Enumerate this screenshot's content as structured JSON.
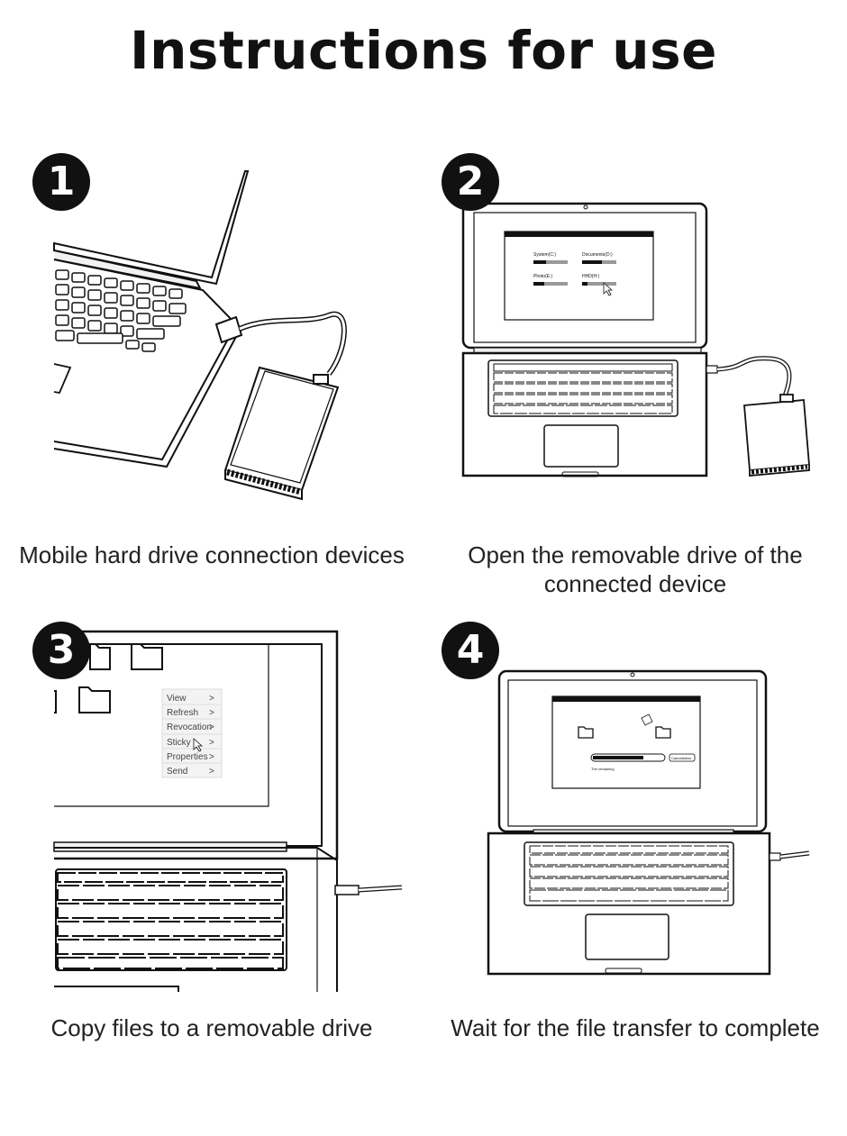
{
  "title": "Instructions for use",
  "steps": [
    {
      "number": "1",
      "caption": "Mobile hard drive connection devices"
    },
    {
      "number": "2",
      "caption": "Open the removable drive of the connected device",
      "drives": [
        "System(C:)",
        "Documents(D:)",
        "Photo(E:)",
        "HHD(H:)"
      ]
    },
    {
      "number": "3",
      "caption": "Copy files to a removable drive",
      "menu": [
        "View",
        "Refresh",
        "Revocation",
        "Sticky",
        "Properties",
        "Send"
      ]
    },
    {
      "number": "4",
      "caption": "Wait for the file transfer to complete",
      "dialog": {
        "cancel_label": "Cancellation",
        "status": "The remaining"
      }
    }
  ]
}
